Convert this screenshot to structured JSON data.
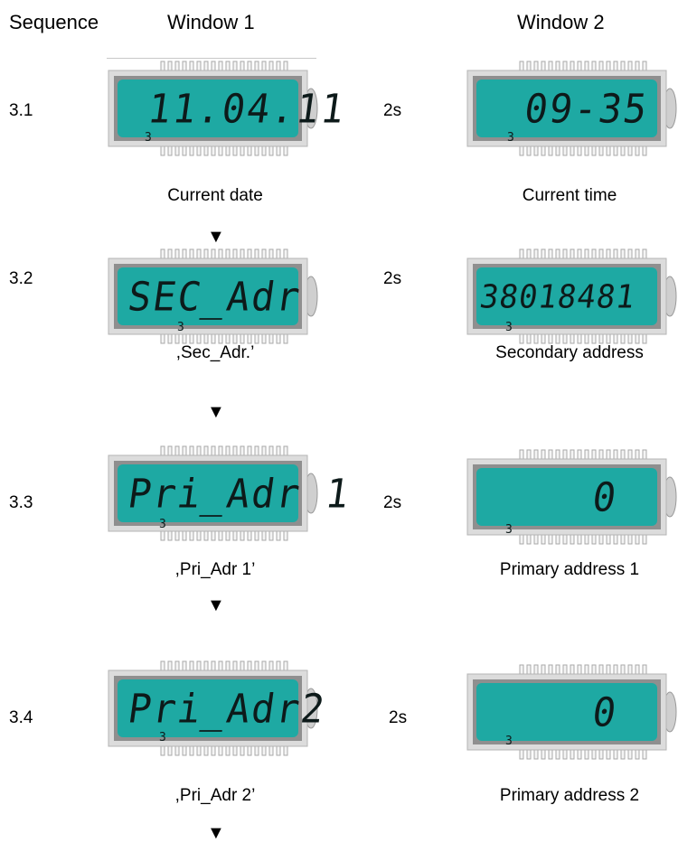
{
  "header": {
    "sequence": "Sequence",
    "window1": "Window 1",
    "window2": "Window 2"
  },
  "rows": [
    {
      "seq": "3.1",
      "w1_display": "11.04.11",
      "w1_indicator": "3",
      "w1_caption": "Current date",
      "delay": "2s",
      "w2_display": "09-35",
      "w2_indicator": "3",
      "w2_caption": "Current time"
    },
    {
      "seq": "3.2",
      "w1_display": "SEC_Adr",
      "w1_indicator": "3",
      "w1_caption": ",Sec_Adr.’",
      "delay": "2s",
      "w2_display": "38018481",
      "w2_indicator": "3",
      "w2_caption": "Secondary address"
    },
    {
      "seq": "3.3",
      "w1_display": "Pri_Adr 1",
      "w1_indicator": "3",
      "w1_caption": ",Pri_Adr 1’",
      "delay": "2s",
      "w2_display": "0",
      "w2_indicator": "3",
      "w2_caption": "Primary address 1"
    },
    {
      "seq": "3.4",
      "w1_display": "Pri_Adr2",
      "w1_indicator": "3",
      "w1_caption": ",Pri_Adr 2’",
      "delay": "2s",
      "w2_display": "0",
      "w2_indicator": "3",
      "w2_caption": "Primary address 2"
    }
  ],
  "arrow": "▼",
  "colors": {
    "lcd_screen": "#1ea9a3",
    "lcd_bezel": "#8f8f8f",
    "lcd_frame": "#dcdcdc",
    "lcd_pins": "#a8a8a8"
  }
}
